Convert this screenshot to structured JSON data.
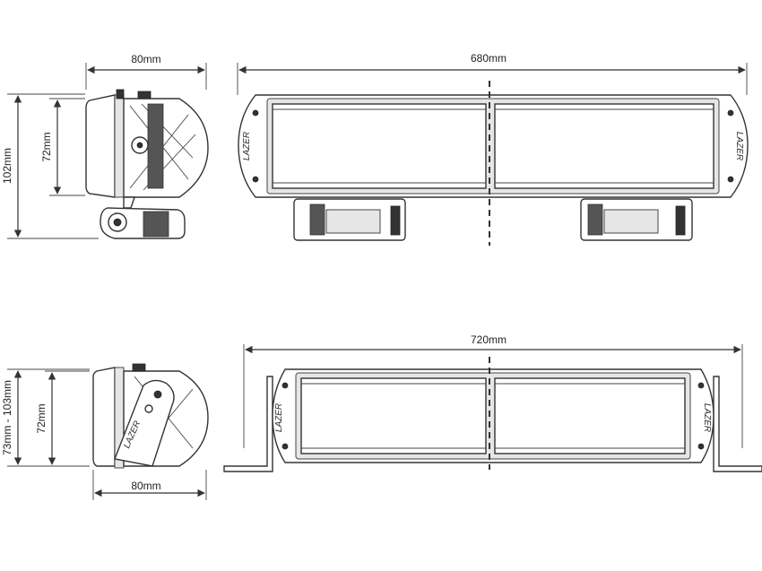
{
  "dimensions": {
    "top_side_width": "80mm",
    "top_side_height_total": "102mm",
    "top_side_height_body": "72mm",
    "top_front_length": "680mm",
    "bottom_side_height_range": "73mm - 103mm",
    "bottom_side_height_body": "72mm",
    "bottom_side_width": "80mm",
    "bottom_front_length": "720mm"
  },
  "logo": {
    "brand": "LAZER"
  },
  "colors": {
    "stroke": "#333333",
    "background": "#ffffff"
  }
}
